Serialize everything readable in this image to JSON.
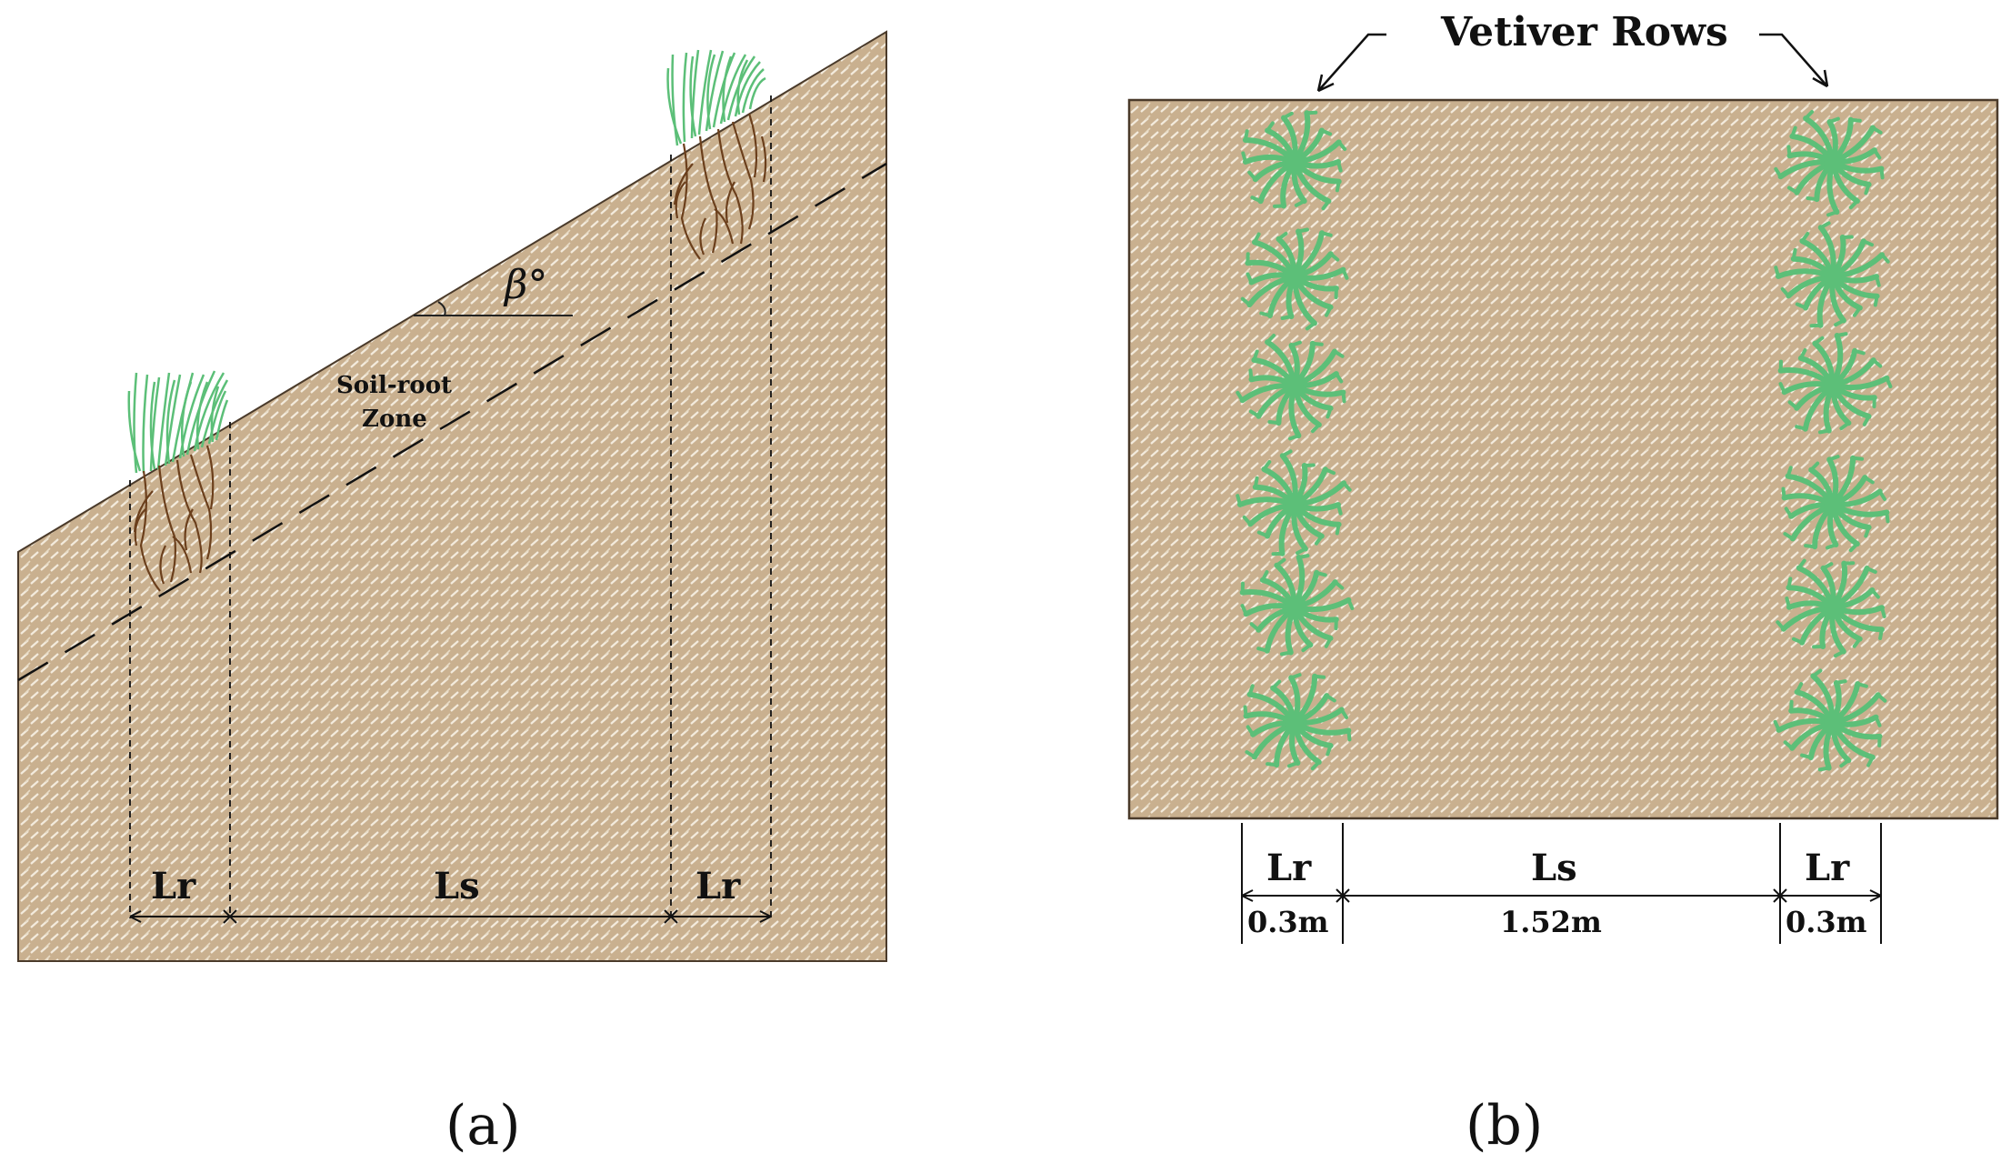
{
  "panel_a": {
    "zone_label_line1": "Soil-root",
    "zone_label_line2": "Zone",
    "angle_label": "β°",
    "dim_left": "Lr",
    "dim_middle": "Ls",
    "dim_right": "Lr",
    "caption": "(a)"
  },
  "panel_b": {
    "title": "Vetiver Rows",
    "dim_left_label": "Lr",
    "dim_left_value": "0.3m",
    "dim_middle_label": "Ls",
    "dim_middle_value": "1.52m",
    "dim_right_label": "Lr",
    "dim_right_value": "0.3m",
    "plants_per_row": 6,
    "caption": "(b)"
  },
  "colors": {
    "soil": "#c9b08f",
    "soil_line": "#f3ebdd",
    "grass": "#5cbf78",
    "root": "#6b3f1c",
    "outline": "#4a3a2a"
  }
}
